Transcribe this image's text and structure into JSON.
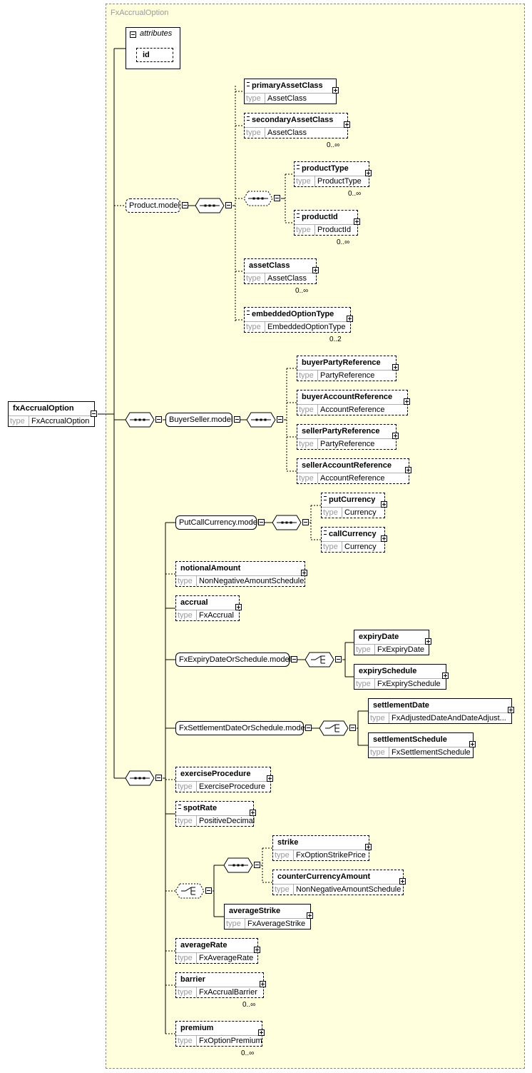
{
  "group_title": "FxAccrualOption",
  "attributes": {
    "title": "attributes",
    "items": [
      "id"
    ]
  },
  "root": {
    "name": "fxAccrualOption",
    "type_label": "type",
    "type": "FxAccrualOption"
  },
  "groups": {
    "product_model": "Product.model",
    "buyer_seller_model": "BuyerSeller.model",
    "put_call_model": "PutCallCurrency.model",
    "expiry_model": "FxExpiryDateOrSchedule.model",
    "settlement_model": "FxSettlementDateOrSchedule.model"
  },
  "elements": [
    {
      "name": "primaryAssetClass",
      "type": "AssetClass",
      "card": ""
    },
    {
      "name": "secondaryAssetClass",
      "type": "AssetClass",
      "card": "0..∞"
    },
    {
      "name": "productType",
      "type": "ProductType",
      "card": "0..∞"
    },
    {
      "name": "productId",
      "type": "ProductId",
      "card": "0..∞"
    },
    {
      "name": "assetClass",
      "type": "AssetClass",
      "card": "0..∞"
    },
    {
      "name": "embeddedOptionType",
      "type": "EmbeddedOptionType",
      "card": "0..2"
    },
    {
      "name": "buyerPartyReference",
      "type": "PartyReference",
      "card": ""
    },
    {
      "name": "buyerAccountReference",
      "type": "AccountReference",
      "card": ""
    },
    {
      "name": "sellerPartyReference",
      "type": "PartyReference",
      "card": ""
    },
    {
      "name": "sellerAccountReference",
      "type": "AccountReference",
      "card": ""
    },
    {
      "name": "putCurrency",
      "type": "Currency",
      "card": ""
    },
    {
      "name": "callCurrency",
      "type": "Currency",
      "card": ""
    },
    {
      "name": "notionalAmount",
      "type": "NonNegativeAmountSchedule",
      "card": ""
    },
    {
      "name": "accrual",
      "type": "FxAccrual",
      "card": ""
    },
    {
      "name": "expiryDate",
      "type": "FxExpiryDate",
      "card": ""
    },
    {
      "name": "expirySchedule",
      "type": "FxExpirySchedule",
      "card": ""
    },
    {
      "name": "settlementDate",
      "type": "FxAdjustedDateAndDateAdjust...",
      "card": ""
    },
    {
      "name": "settlementSchedule",
      "type": "FxSettlementSchedule",
      "card": ""
    },
    {
      "name": "exerciseProcedure",
      "type": "ExerciseProcedure",
      "card": ""
    },
    {
      "name": "spotRate",
      "type": "PositiveDecimal",
      "card": ""
    },
    {
      "name": "strike",
      "type": "FxOptionStrikePrice",
      "card": ""
    },
    {
      "name": "counterCurrencyAmount",
      "type": "NonNegativeAmountSchedule",
      "card": ""
    },
    {
      "name": "averageStrike",
      "type": "FxAverageStrike",
      "card": ""
    },
    {
      "name": "averageRate",
      "type": "FxAverageRate",
      "card": ""
    },
    {
      "name": "barrier",
      "type": "FxAccrualBarrier",
      "card": "0..∞"
    },
    {
      "name": "premium",
      "type": "FxOptionPremium",
      "card": "0..∞"
    }
  ],
  "type_label": "type"
}
